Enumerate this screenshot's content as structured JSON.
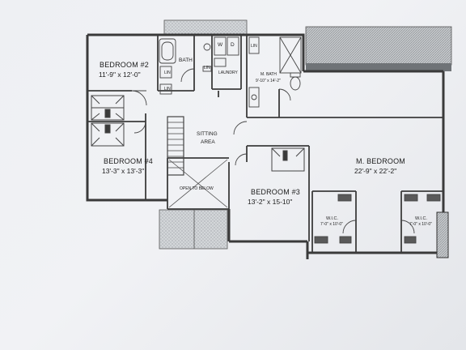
{
  "plan": {
    "rooms": {
      "bedroom2": {
        "name": "BEDROOM #2",
        "dims": "11'-9\" x 12'-0\""
      },
      "bedroom4": {
        "name": "BEDROOM #4",
        "dims": "13'-3\" x 13'-3\""
      },
      "bedroom3": {
        "name": "BEDROOM #3",
        "dims": "13'-2\" x 15-10\""
      },
      "master_bedroom": {
        "name": "M. BEDROOM",
        "dims": "22'-9\" x 22'-2\""
      },
      "bath": {
        "name": "BATH"
      },
      "laundry": {
        "name": "LAUNDRY"
      },
      "master_bath": {
        "name": "M. BATH",
        "dims": "9'-10\" x 14'-2\""
      },
      "sitting_area": {
        "name": "SITTING AREA",
        "line1": "SITTING",
        "line2": "AREA"
      },
      "open_to_below": {
        "name": "OPEN TO BELOW"
      },
      "wic_left": {
        "name": "W.I.C.",
        "dims": "7'-0\" x 10'-0\""
      },
      "wic_right": {
        "name": "W.I.C.",
        "dims": "7'-0\" x 10'-0\""
      }
    },
    "linen_tags": [
      "LIN",
      "LIN",
      "LIN",
      "LIN"
    ],
    "appliance_tags": {
      "washer": "W",
      "dryer": "D"
    },
    "colors": {
      "wall": "#3a3a3a",
      "roof_hatch": "#9ea2a6",
      "paper": "#eef0f3"
    }
  }
}
